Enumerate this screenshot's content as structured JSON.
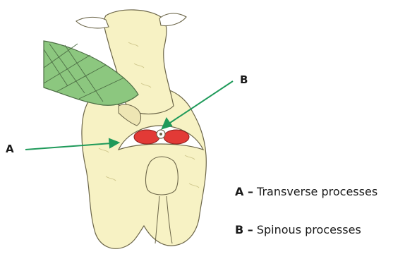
{
  "labels": {
    "a": "A",
    "b": "B"
  },
  "legend": [
    {
      "key": "A –",
      "text": "Transverse processes"
    },
    {
      "key": "B –",
      "text": "Spinous processes"
    }
  ],
  "colors": {
    "arrow": "#1f9a5a",
    "wool": "#f7f2c4",
    "wool_shadow": "#e6dfa3",
    "hand": "#8cc77f",
    "vertebra": "#e23a36",
    "outline": "#6b6548"
  }
}
